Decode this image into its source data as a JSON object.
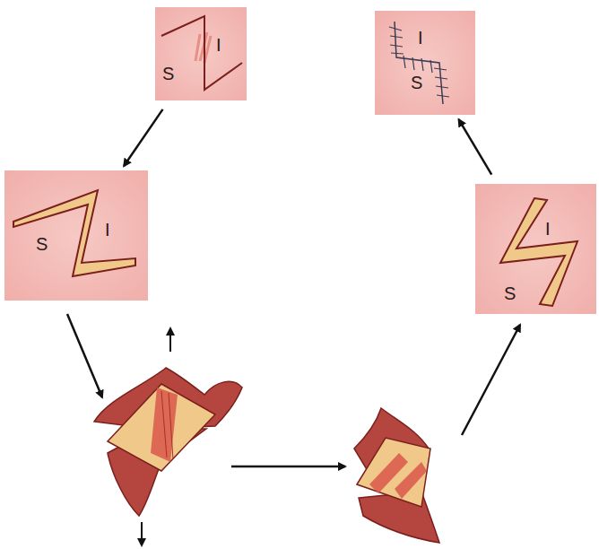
{
  "diagram": {
    "nodes": [
      {
        "text": [
          "I",
          "S"
        ]
      },
      {
        "text": [
          "I",
          "S"
        ]
      },
      {
        "text": [
          "S",
          "I"
        ]
      },
      {
        "text": [
          "I",
          "S"
        ]
      }
    ],
    "edges": [
      {
        "from": 0,
        "to": 2,
        "arrow": "to"
      },
      {
        "from": 3,
        "to": 1,
        "arrow": "to"
      }
    ]
  }
}
